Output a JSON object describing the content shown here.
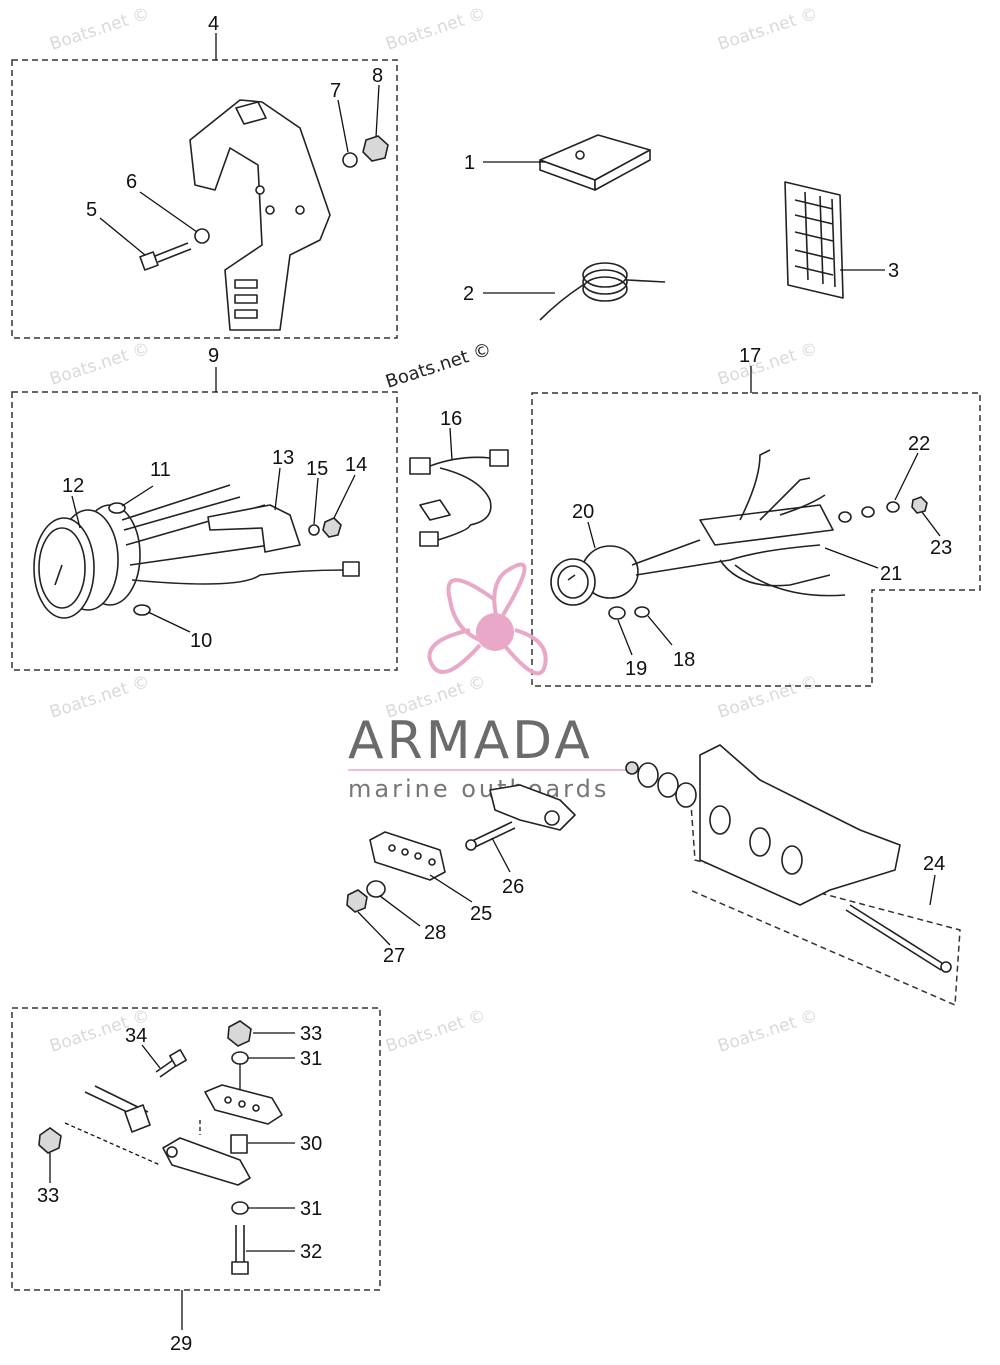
{
  "watermark": "Boats.net ©",
  "brand": {
    "name": "ARMADA",
    "tagline": "marine outboards",
    "color_pink": "#e9a8c8",
    "color_text": "#6b6b6b"
  },
  "part_numbers": [
    "1",
    "2",
    "3",
    "4",
    "5",
    "6",
    "7",
    "8",
    "9",
    "10",
    "11",
    "12",
    "13",
    "14",
    "15",
    "16",
    "17",
    "18",
    "19",
    "20",
    "21",
    "22",
    "23",
    "24",
    "25",
    "26",
    "27",
    "28",
    "29",
    "30",
    "31",
    "31",
    "32",
    "33",
    "33",
    "34"
  ]
}
